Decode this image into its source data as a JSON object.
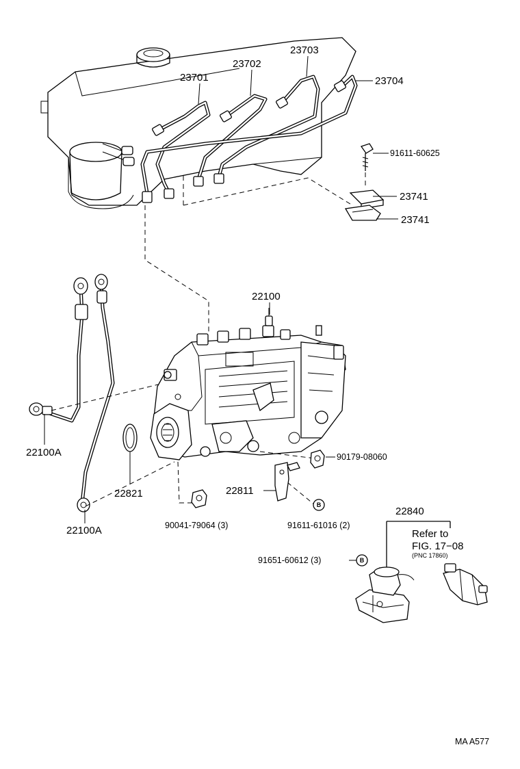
{
  "labels": {
    "p23701": "23701",
    "p23702": "23702",
    "p23703": "23703",
    "p23704": "23704",
    "p91611_60625": "91611-60625",
    "p23741a": "23741",
    "p23741b": "23741",
    "p22100": "22100",
    "p22100A_1": "22100A",
    "p22100A_2": "22100A",
    "p22821": "22821",
    "p90179": "90179-08060",
    "p22811": "22811",
    "p90041": "90041-79064 (3)",
    "p91611_61016": "91611-61016 (2)",
    "p22840": "22840",
    "p91651": "91651-60612 (3)",
    "refer_line1": "Refer to",
    "refer_line2": "FIG. 17−08",
    "refer_pnc": "(PNC 17860)",
    "b_marker1": "B",
    "b_marker2": "B",
    "figure_code": "MA A577"
  }
}
